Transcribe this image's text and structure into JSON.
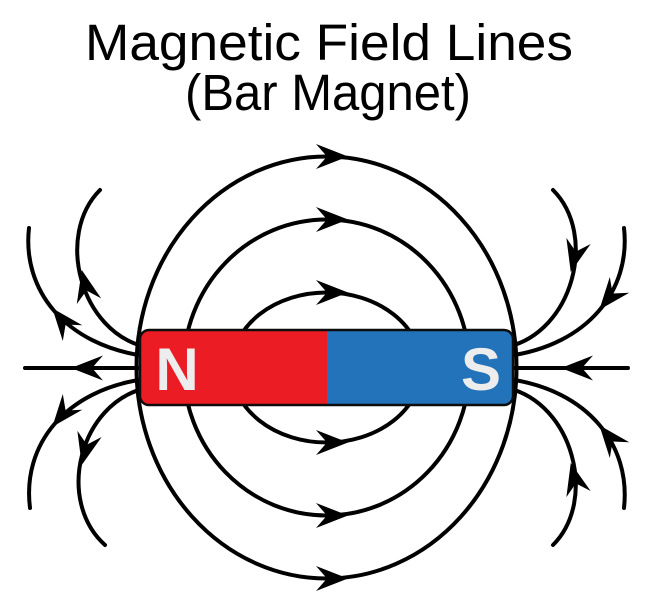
{
  "background_color": "#ffffff",
  "title": {
    "line1": "Magnetic Field Lines",
    "line2": "(Bar Magnet)",
    "color": "#000000"
  },
  "magnet": {
    "north_label": "N",
    "south_label": "S",
    "north_color": "#EC1C24",
    "south_color": "#2273B9",
    "pole_label_color": "#EDEDED",
    "outline_color": "#0D0D0D"
  },
  "field_lines": {
    "color": "#000000",
    "arrow_color": "#000000"
  }
}
